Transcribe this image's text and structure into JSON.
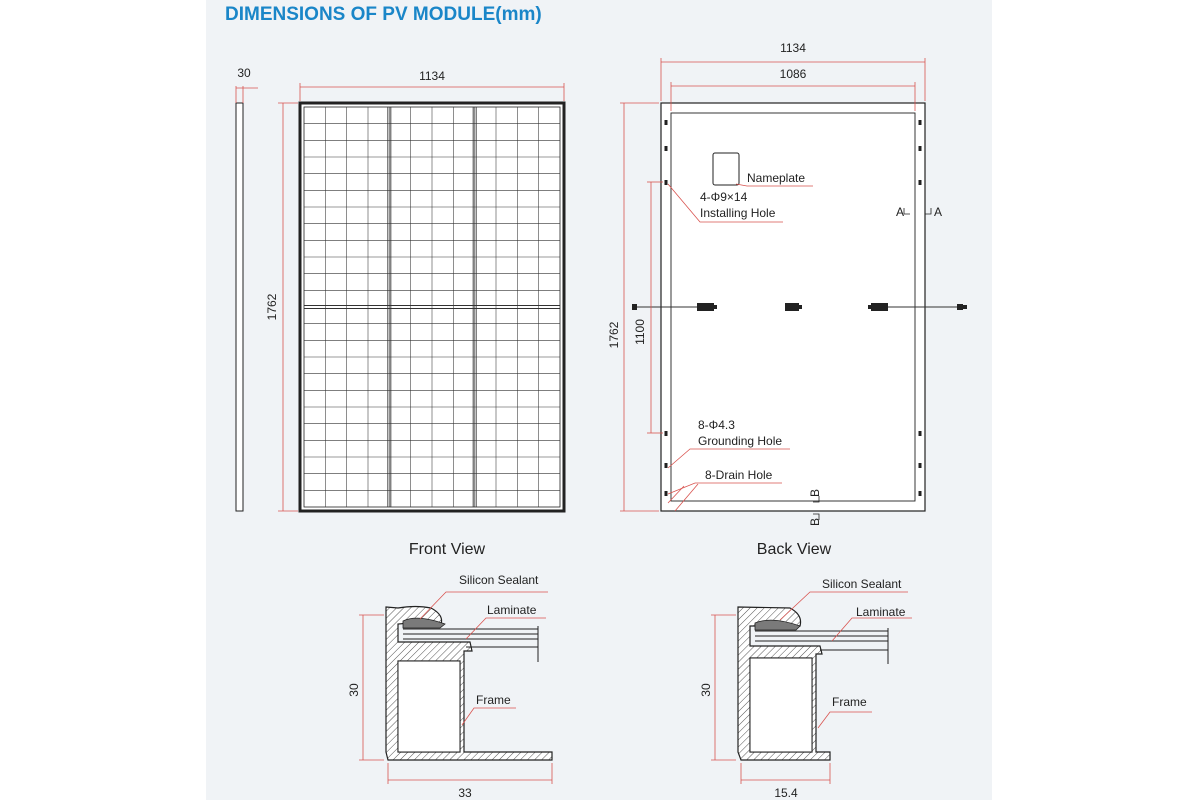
{
  "title": "DIMENSIONS OF PV MODULE(mm)",
  "colors": {
    "title": "#1a86c8",
    "dimension_line": "#d9534f",
    "outline": "#222222",
    "sheet_background": "#f0f3f6"
  },
  "side_view": {
    "thickness": "30"
  },
  "front_view": {
    "caption": "Front View",
    "width": "1134",
    "height": "1762"
  },
  "back_view": {
    "caption": "Back View",
    "outer_width": "1134",
    "inner_width": "1086",
    "height": "1762",
    "hole_spacing": "1100",
    "nameplate": "Nameplate",
    "installing_hole_spec": "4-Φ9×14",
    "installing_hole": "Installing Hole",
    "grounding_hole_spec": "8-Φ4.3",
    "grounding_hole": "Grounding Hole",
    "drain_hole": "8-Drain Hole",
    "section_a_left": "A",
    "section_a_right": "A",
    "section_b_top": "B",
    "section_b_bottom": "B"
  },
  "section_a": {
    "silicon_sealant": "Silicon Sealant",
    "laminate": "Laminate",
    "frame": "Frame",
    "height": "30",
    "width": "33"
  },
  "section_b": {
    "silicon_sealant": "Silicon Sealant",
    "laminate": "Laminate",
    "frame": "Frame",
    "height": "30",
    "width": "15.4"
  }
}
